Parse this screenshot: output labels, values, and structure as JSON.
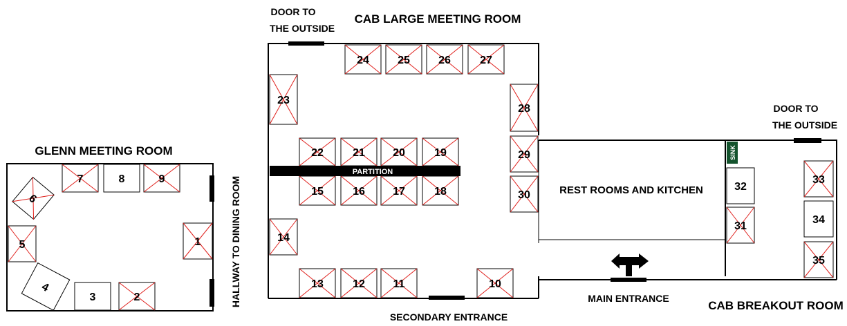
{
  "rooms": {
    "glenn": "GLENN MEETING ROOM",
    "cab_large": "CAB LARGE MEETING ROOM",
    "rest_kitchen": "REST ROOMS AND KITCHEN",
    "breakout": "CAB BREAKOUT ROOM"
  },
  "labels": {
    "door_outside_1_line1": "DOOR TO",
    "door_outside_1_line2": "THE OUTSIDE",
    "door_outside_2_line1": "DOOR TO",
    "door_outside_2_line2": "THE OUTSIDE",
    "hallway": "HALLWAY TO DINING ROOM",
    "partition": "PARTITION",
    "sink": "SINK",
    "main_entrance": "MAIN ENTRANCE",
    "secondary_entrance": "SECONDARY ENTRANCE"
  },
  "stations": [
    {
      "id": "1",
      "reserved": true
    },
    {
      "id": "2",
      "reserved": true
    },
    {
      "id": "3",
      "reserved": false
    },
    {
      "id": "4",
      "reserved": false
    },
    {
      "id": "5",
      "reserved": true
    },
    {
      "id": "6",
      "reserved": true
    },
    {
      "id": "7",
      "reserved": true
    },
    {
      "id": "8",
      "reserved": false
    },
    {
      "id": "9",
      "reserved": true
    },
    {
      "id": "10",
      "reserved": true
    },
    {
      "id": "11",
      "reserved": true
    },
    {
      "id": "12",
      "reserved": true
    },
    {
      "id": "13",
      "reserved": true
    },
    {
      "id": "14",
      "reserved": true
    },
    {
      "id": "15",
      "reserved": true
    },
    {
      "id": "16",
      "reserved": true
    },
    {
      "id": "17",
      "reserved": true
    },
    {
      "id": "18",
      "reserved": true
    },
    {
      "id": "19",
      "reserved": true
    },
    {
      "id": "20",
      "reserved": true
    },
    {
      "id": "21",
      "reserved": true
    },
    {
      "id": "22",
      "reserved": true
    },
    {
      "id": "23",
      "reserved": true
    },
    {
      "id": "24",
      "reserved": true
    },
    {
      "id": "25",
      "reserved": true
    },
    {
      "id": "26",
      "reserved": true
    },
    {
      "id": "27",
      "reserved": true
    },
    {
      "id": "28",
      "reserved": true
    },
    {
      "id": "29",
      "reserved": true
    },
    {
      "id": "30",
      "reserved": true
    },
    {
      "id": "31",
      "reserved": true
    },
    {
      "id": "32",
      "reserved": false
    },
    {
      "id": "33",
      "reserved": true
    },
    {
      "id": "34",
      "reserved": false
    },
    {
      "id": "35",
      "reserved": true
    }
  ],
  "colors": {
    "reserved_mark": "#e0201c",
    "sink_bg": "#14532d",
    "sink_text": "#ffffff"
  }
}
